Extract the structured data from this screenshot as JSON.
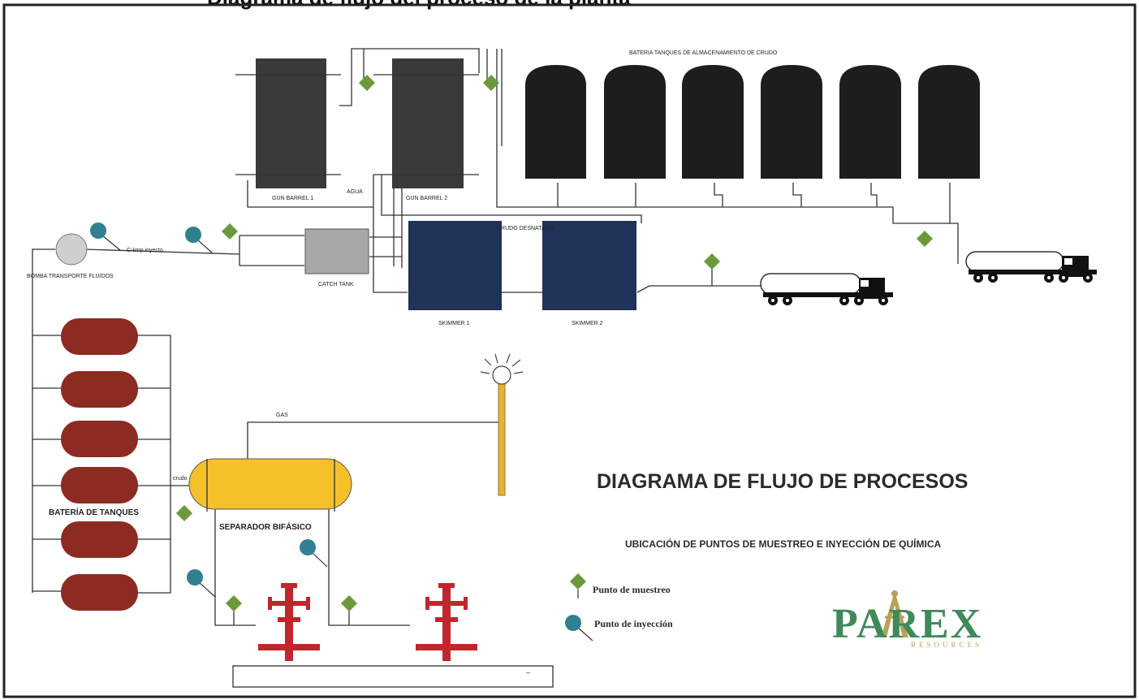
{
  "header": {
    "text": "Diagrama de flujo del proceso de la planta"
  },
  "diagram": {
    "title": "DIAGRAMA DE FLUJO DE PROCESOS",
    "subtitle": "UBICACIÓN DE PUNTOS DE MUESTREO E INYECCIÓN DE QUÍMICA",
    "labels": {
      "storage_battery": "BATERIA TANQUES DE ALMACENAMIENTO DE CRUDO",
      "gun_barrel_1": "GUN BARREL 1",
      "gun_barrel_2": "GUN BARREL 2",
      "agua": "AGUA",
      "crudo_desnatado": "CRUDO DESNATADO",
      "catch_tank": "CATCH TANK",
      "skimmer_1": "SKIMMER 1",
      "skimmer_2": "SKIMMER 2",
      "bomba": "BOMBA TRANSPORTE FLUIDOS",
      "inyecto_line": "C-kmp inyecto",
      "bateria_tanques": "BATERÍA DE TANQUES",
      "separador": "SEPARADOR BIFÁSICO",
      "gas": "GAS",
      "crudo_in": "crudo"
    },
    "legend": {
      "sampling": "Punto de muestreo",
      "injection": "Punto de inyección"
    },
    "logo": {
      "main": "PAREX",
      "sub": "RESOURCES"
    },
    "caption_box": {
      "text": "–"
    },
    "colors": {
      "gun_barrel": "#3a3a3a",
      "storage_tank": "#1d1d1d",
      "skimmer": "#1f3358",
      "catch_tank": "#a8a8a8",
      "red_tank": "#8b2b22",
      "separator": "#f5c02a",
      "sample_marker": "#6b9a3c",
      "injection_marker": "#2f8090",
      "wellhead": "#c0262b",
      "flare": "#e8b23a"
    }
  }
}
